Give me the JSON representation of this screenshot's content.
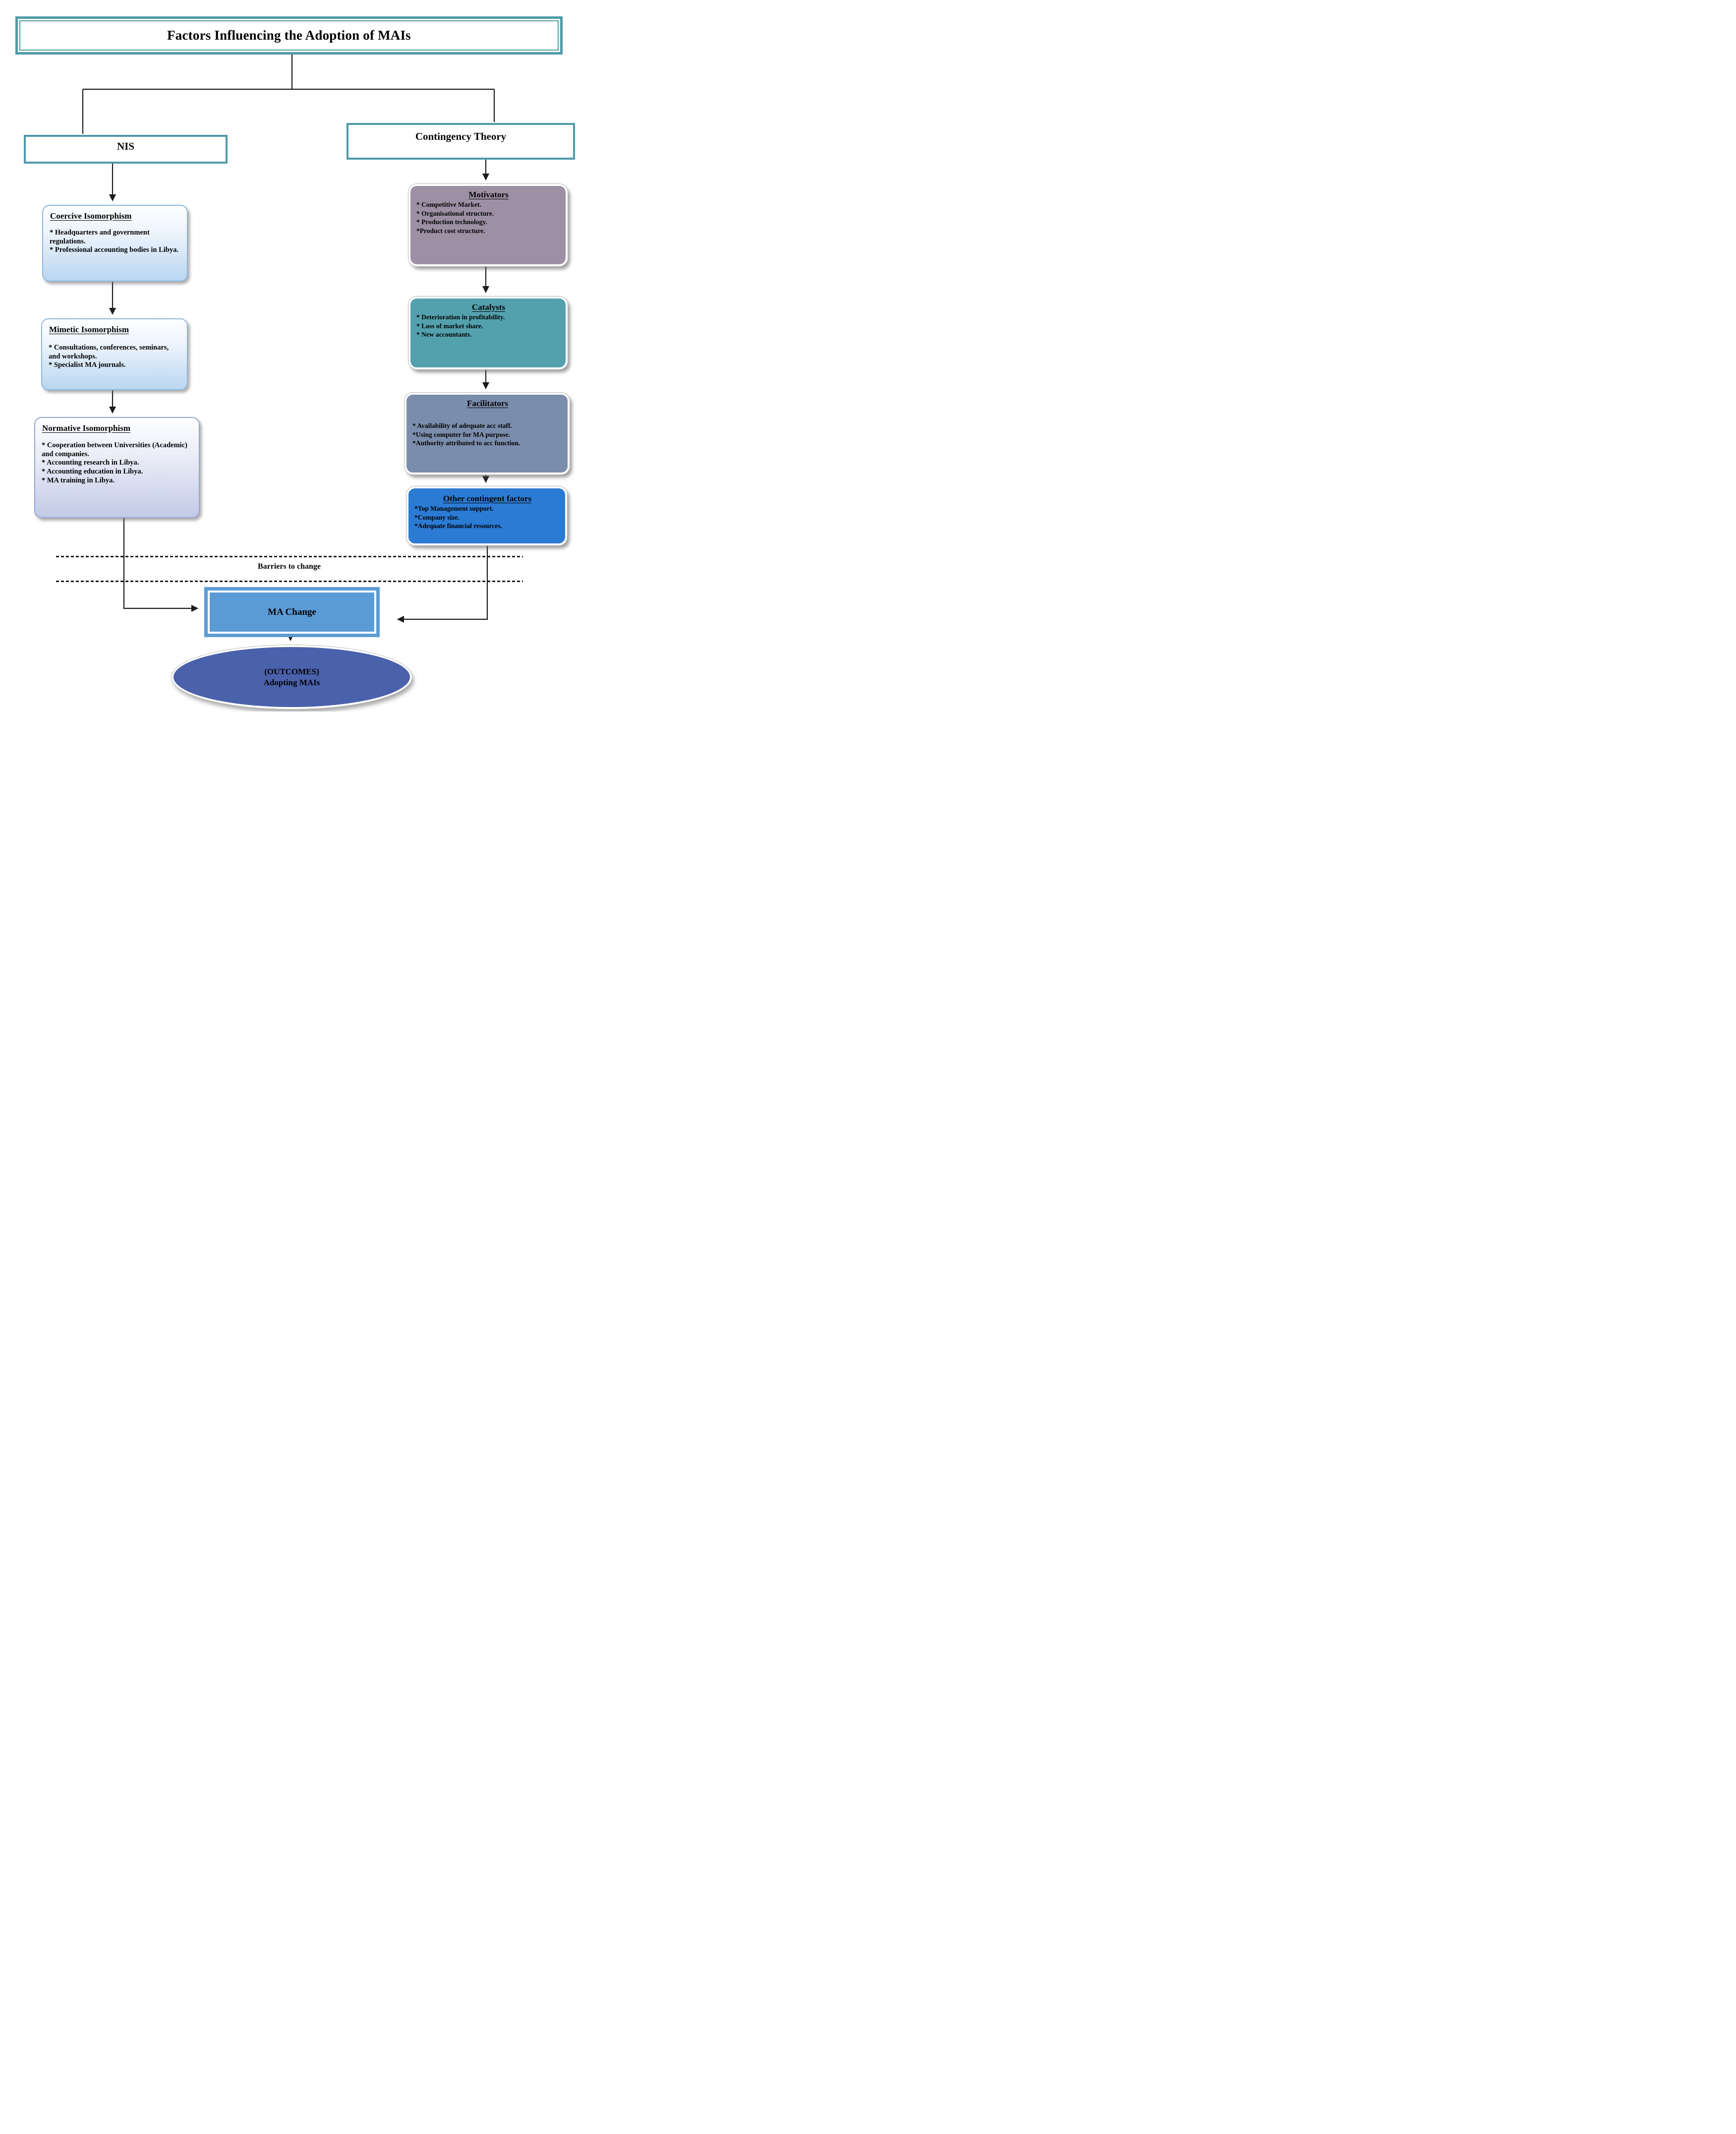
{
  "title": "Factors Influencing the Adoption of MAIs",
  "branches": {
    "left_label": "NIS",
    "right_label": "Contingency Theory"
  },
  "nis_boxes": [
    {
      "heading": "Coercive Isomorphism",
      "items": [
        "* Headquarters and government regulations.",
        "* Professional accounting bodies in Libya."
      ]
    },
    {
      "heading": "Mimetic Isomorphism",
      "items": [
        "* Consultations, conferences, seminars, and workshops.",
        "* Specialist MA journals."
      ]
    },
    {
      "heading": "Normative Isomorphism",
      "items": [
        "* Cooperation between Universities (Academic) and companies.",
        "* Accounting research in Libya.",
        "* Accounting education in Libya.",
        "* MA training in Libya."
      ]
    }
  ],
  "contingency_boxes": [
    {
      "heading": "Motivators",
      "items": [
        "* Competitive Market.",
        "* Organisational structure.",
        "* Production technology.",
        "*Product cost structure."
      ],
      "fill": "#9d90a4"
    },
    {
      "heading": "Catalysts",
      "items": [
        "* Deterioration in profitability.",
        "* Loss of market share.",
        "* New accountants."
      ],
      "fill": "#54a1ae"
    },
    {
      "heading": "Facilitators",
      "items": [
        "* Availability of adequate acc staff.",
        "*Using computer for MA purpose.",
        "*Authority attributed to acc function."
      ],
      "fill": "#7b8dac"
    },
    {
      "heading": "Other contingent factors",
      "items": [
        "*Top Management support.",
        "*Company size.",
        "*Adequate financial resources."
      ],
      "fill": "#2b7bd4"
    }
  ],
  "barrier_label": "Barriers to change",
  "ma_change_label": "MA Change",
  "outcome": {
    "line1": "(OUTCOMES)",
    "line2": "Adopting MAIs"
  },
  "colors": {
    "teal_border": "#4e9aa9",
    "left_box_fill_bottom": "#b9d6f1",
    "normative_fill_bottom": "#c3cae7",
    "ma_change_fill": "#5b9bd5",
    "outcome_fill": "#4a61ab",
    "connector": "#1c1c1c"
  }
}
